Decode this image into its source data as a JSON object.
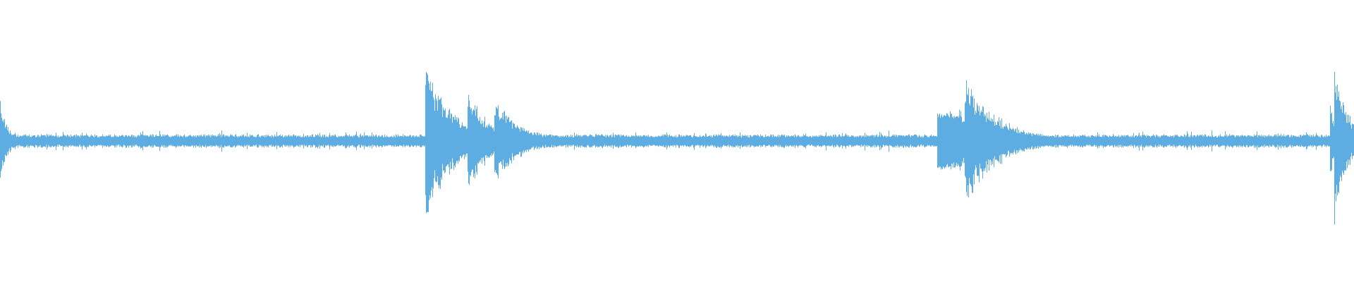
{
  "waveform": {
    "color": "#5dade2",
    "background": "#ffffff",
    "baseline_amplitude": 0.03,
    "noise_amplitude": 0.02,
    "transients": [
      {
        "t": 0.0,
        "peak": 0.3,
        "decay": 0.006
      },
      {
        "t": 0.314,
        "peak": 0.58,
        "decay": 0.022
      },
      {
        "t": 0.345,
        "peak": 0.42,
        "decay": 0.015
      },
      {
        "t": 0.365,
        "peak": 0.32,
        "decay": 0.02
      },
      {
        "t": 0.692,
        "peak": 0.26,
        "decay": 0.012
      },
      {
        "t": 0.708,
        "peak": 0.32,
        "decay": 0.006
      },
      {
        "t": 0.712,
        "peak": 0.5,
        "decay": 0.025
      },
      {
        "t": 0.982,
        "peak": 0.3,
        "decay": 0.006
      },
      {
        "t": 0.985,
        "peak": 0.63,
        "decay": 0.01
      }
    ],
    "sustained_segments": [
      {
        "start": 0.692,
        "end": 0.708,
        "level": 0.22
      }
    ]
  }
}
